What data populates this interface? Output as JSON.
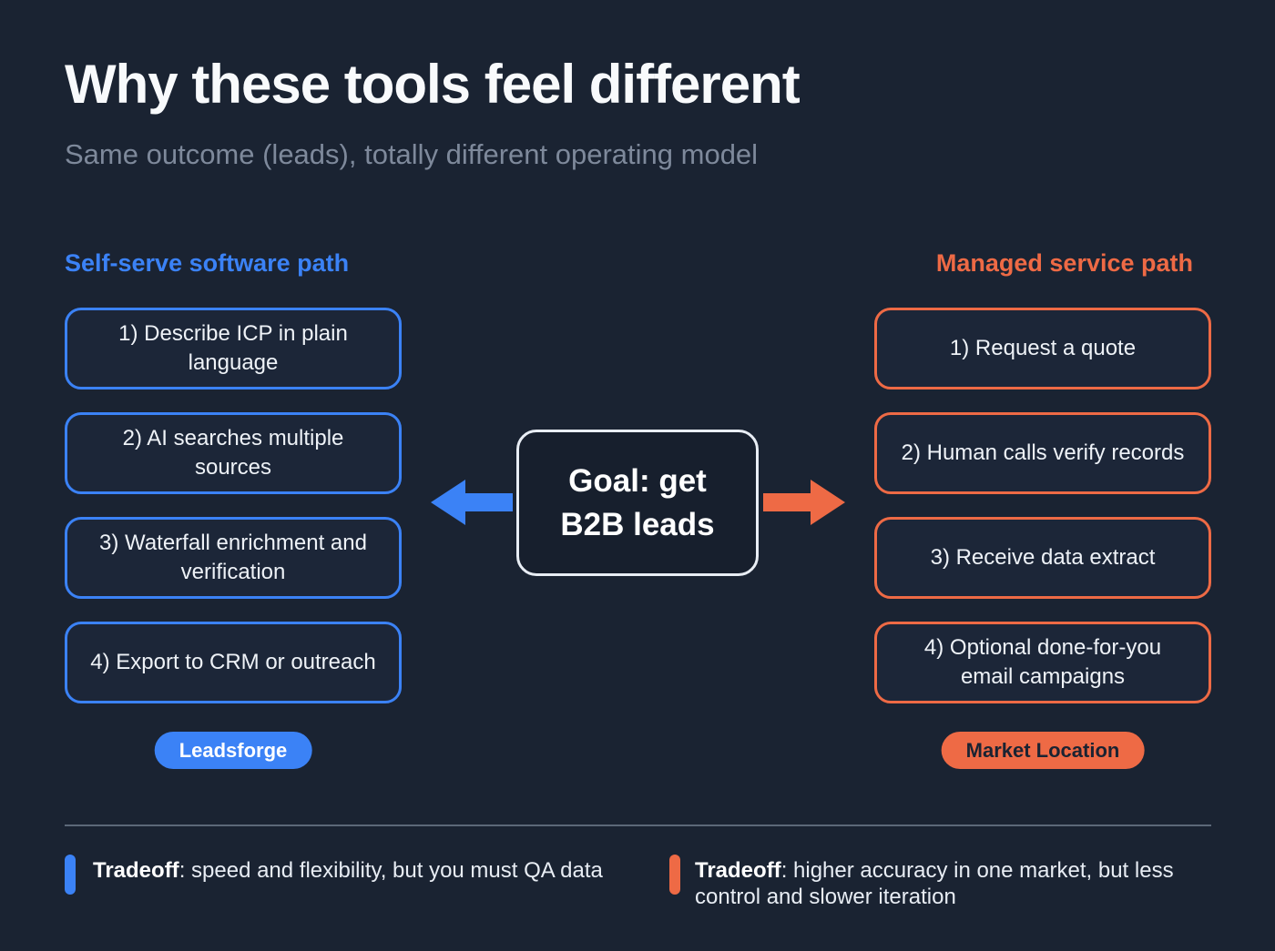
{
  "header": {
    "title": "Why these tools feel different",
    "subtitle": "Same outcome (leads), totally different operating model"
  },
  "center": {
    "goal": "Goal: get B2B leads"
  },
  "left_path": {
    "heading": "Self-serve software path",
    "accent_color": "#3b82f6",
    "steps": [
      "1) Describe ICP in plain language",
      "2) AI searches multiple sources",
      "3) Waterfall enrichment and verification",
      "4) Export to CRM or outreach"
    ],
    "badge": "Leadsforge",
    "tradeoff_label": "Tradeoff",
    "tradeoff_text": ": speed and flexibility, but you must QA data"
  },
  "right_path": {
    "heading": "Managed service path",
    "accent_color": "#ee6a45",
    "steps": [
      "1) Request a quote",
      "2) Human calls verify records",
      "3) Receive data extract",
      "4) Optional done-for-you email campaigns"
    ],
    "badge": "Market Location",
    "tradeoff_label": "Tradeoff",
    "tradeoff_text": ": higher accuracy in one market, but less control and slower iteration"
  }
}
